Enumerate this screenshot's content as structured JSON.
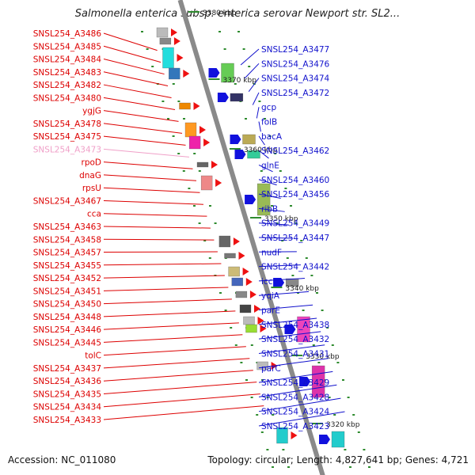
{
  "title": "Salmonella enterica subsp. enterica serovar Newport str. SL2...",
  "footer": {
    "accession": "Accession: NC_011080",
    "summary": "Topology: circular; Length: 4,827,641 bp; Genes: 4,721"
  },
  "kbp_markers": [
    "3380 kbp",
    "3370 kbp",
    "3360 kbp",
    "3350 kbp",
    "3340 kbp",
    "3330 kbp",
    "3320 kbp"
  ],
  "left_labels": [
    {
      "text": "SNSL254_A3486",
      "color": "#dd0000"
    },
    {
      "text": "SNSL254_A3485",
      "color": "#dd0000"
    },
    {
      "text": "SNSL254_A3484",
      "color": "#dd0000"
    },
    {
      "text": "SNSL254_A3483",
      "color": "#dd0000"
    },
    {
      "text": "SNSL254_A3482",
      "color": "#dd0000"
    },
    {
      "text": "SNSL254_A3480",
      "color": "#dd0000"
    },
    {
      "text": "ygjG",
      "color": "#dd0000"
    },
    {
      "text": "SNSL254_A3478",
      "color": "#dd0000"
    },
    {
      "text": "SNSL254_A3475",
      "color": "#dd0000"
    },
    {
      "text": "SNSL254_A3473",
      "color": "#f0a0c8"
    },
    {
      "text": "rpoD",
      "color": "#dd0000"
    },
    {
      "text": "dnaG",
      "color": "#dd0000"
    },
    {
      "text": "rpsU",
      "color": "#dd0000"
    },
    {
      "text": "SNSL254_A3467",
      "color": "#dd0000"
    },
    {
      "text": "cca",
      "color": "#dd0000"
    },
    {
      "text": "SNSL254_A3463",
      "color": "#dd0000"
    },
    {
      "text": "SNSL254_A3458",
      "color": "#dd0000"
    },
    {
      "text": "SNSL254_A3457",
      "color": "#dd0000"
    },
    {
      "text": "SNSL254_A3455",
      "color": "#dd0000"
    },
    {
      "text": "SNSL254_A3452",
      "color": "#dd0000"
    },
    {
      "text": "SNSL254_A3451",
      "color": "#dd0000"
    },
    {
      "text": "SNSL254_A3450",
      "color": "#dd0000"
    },
    {
      "text": "SNSL254_A3448",
      "color": "#dd0000"
    },
    {
      "text": "SNSL254_A3446",
      "color": "#dd0000"
    },
    {
      "text": "SNSL254_A3445",
      "color": "#dd0000"
    },
    {
      "text": "tolC",
      "color": "#dd0000"
    },
    {
      "text": "SNSL254_A3437",
      "color": "#dd0000"
    },
    {
      "text": "SNSL254_A3436",
      "color": "#dd0000"
    },
    {
      "text": "SNSL254_A3435",
      "color": "#dd0000"
    },
    {
      "text": "SNSL254_A3434",
      "color": "#dd0000"
    },
    {
      "text": "SNSL254_A3433",
      "color": "#dd0000"
    }
  ],
  "right_labels": [
    {
      "text": "SNSL254_A3477",
      "color": "#1010cc"
    },
    {
      "text": "SNSL254_A3476",
      "color": "#1010cc"
    },
    {
      "text": "SNSL254_A3474",
      "color": "#1010cc"
    },
    {
      "text": "SNSL254_A3472",
      "color": "#1010cc"
    },
    {
      "text": "gcp",
      "color": "#1010cc"
    },
    {
      "text": "folB",
      "color": "#1010cc"
    },
    {
      "text": "bacA",
      "color": "#1010cc"
    },
    {
      "text": "SNSL254_A3462",
      "color": "#1010cc"
    },
    {
      "text": "glnE",
      "color": "#1010cc"
    },
    {
      "text": "SNSL254_A3460",
      "color": "#1010cc"
    },
    {
      "text": "SNSL254_A3456",
      "color": "#1010cc"
    },
    {
      "text": "ribB",
      "color": "#1010cc"
    },
    {
      "text": "SNSL254_A3449",
      "color": "#1010cc"
    },
    {
      "text": "SNSL254_A3447",
      "color": "#1010cc"
    },
    {
      "text": "nudF",
      "color": "#1010cc"
    },
    {
      "text": "SNSL254_A3442",
      "color": "#1010cc"
    },
    {
      "text": "icc",
      "color": "#1010cc"
    },
    {
      "text": "yqiA",
      "color": "#1010cc"
    },
    {
      "text": "parE",
      "color": "#1010cc"
    },
    {
      "text": "SNSL254_A3438",
      "color": "#1010cc"
    },
    {
      "text": "SNSL254_A3432",
      "color": "#1010cc"
    },
    {
      "text": "SNSL254_A3431",
      "color": "#1010cc"
    },
    {
      "text": "parC",
      "color": "#1010cc"
    },
    {
      "text": "SNSL254_A3429",
      "color": "#1010cc"
    },
    {
      "text": "SNSL254_A3428",
      "color": "#1010cc"
    },
    {
      "text": "SNSL254_A3424",
      "color": "#1010cc"
    },
    {
      "text": "SNSL254_A3423",
      "color": "#1010cc"
    }
  ],
  "colors": {
    "backbone": "#8a8a8a",
    "reverse_strand": "#ee1111",
    "forward_strand": "#1111dd",
    "tick": "#2e8b2e",
    "label_line_left": "#dd0000",
    "label_line_right": "#1010cc"
  }
}
